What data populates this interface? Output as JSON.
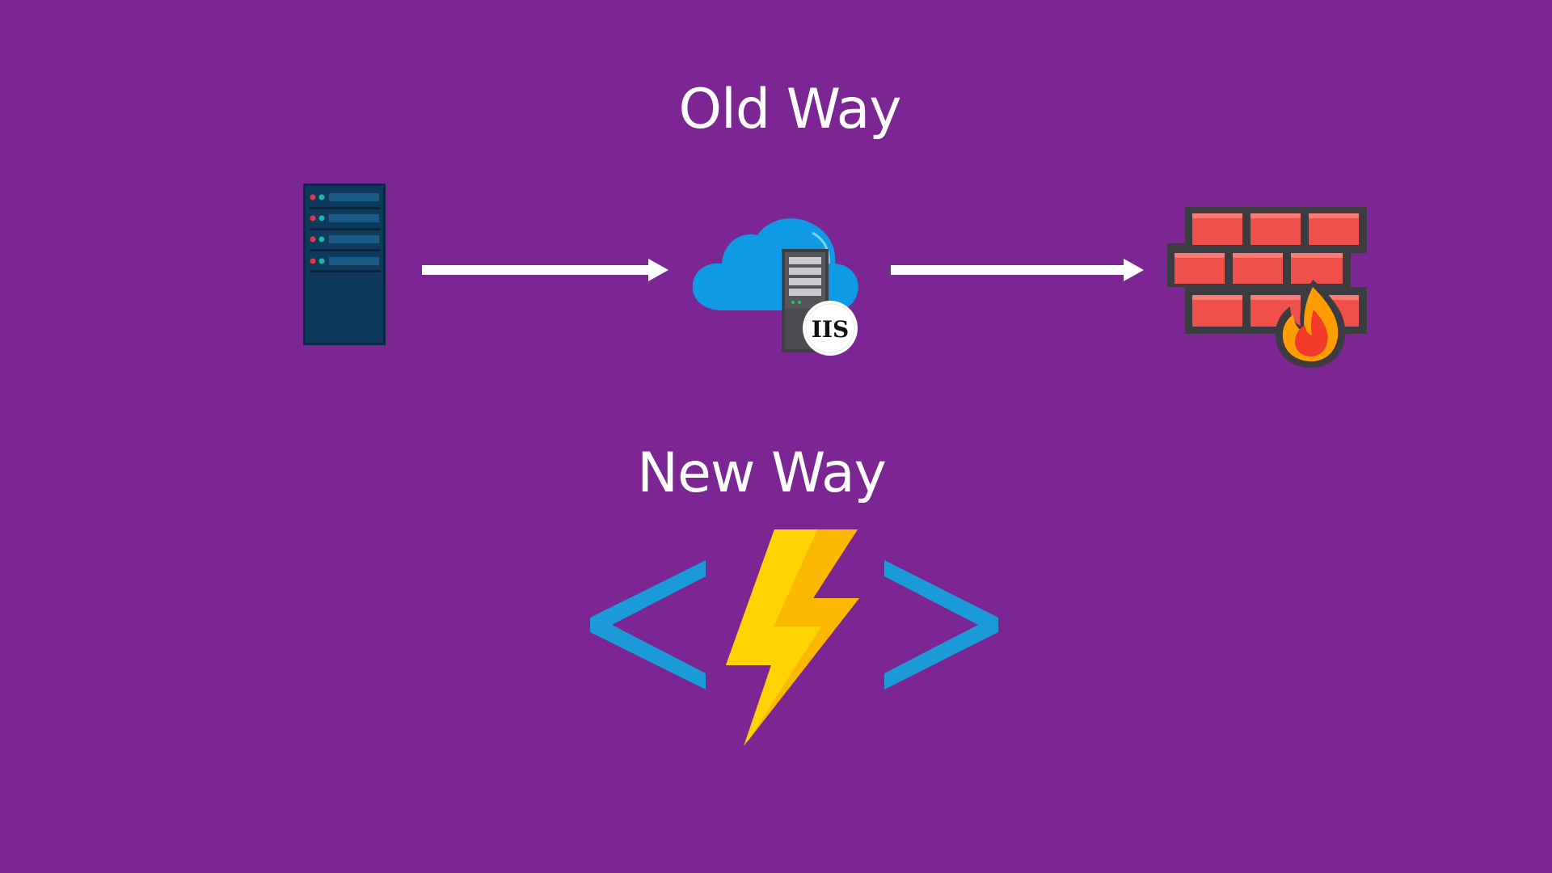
{
  "old_way": {
    "heading": "Old Way",
    "steps": [
      {
        "icon": "server-rack-icon"
      },
      {
        "icon": "iis-cloud-server-icon",
        "badge": "IIS"
      },
      {
        "icon": "firewall-icon"
      }
    ],
    "connectors": [
      "arrow-right-icon",
      "arrow-right-icon"
    ]
  },
  "new_way": {
    "heading": "New Way",
    "icon": "azure-functions-icon"
  },
  "colors": {
    "background": "#7b2693",
    "text": "#ffffff",
    "server": "#0e3a5c",
    "cloud": "#0f9ae5",
    "brick": "#f0504a",
    "mortar": "#3b3b40",
    "bolt": "#ffcc00",
    "brackets": "#1a9ad6"
  }
}
